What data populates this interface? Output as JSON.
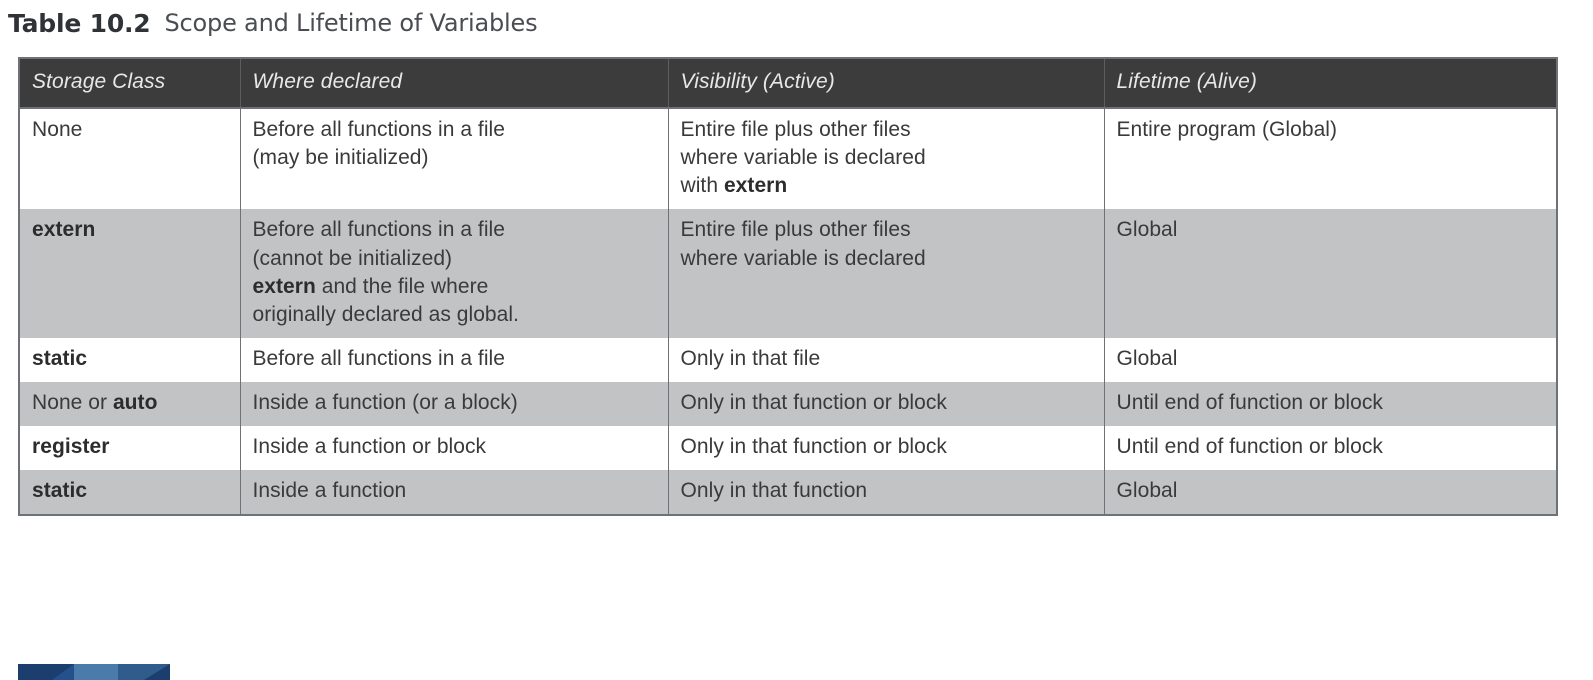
{
  "caption": {
    "label": "Table 10.2",
    "title": "Scope and Lifetime of Variables"
  },
  "table": {
    "headers": [
      "Storage Class",
      "Where declared",
      "Visibility (Active)",
      "Lifetime (Alive)"
    ],
    "rows": [
      {
        "shaded": false,
        "storage_class": "None",
        "storage_class_bold": "",
        "where_declared_lines": [
          "Before all functions in a file",
          "(may be initialized)"
        ],
        "where_declared_bold": "",
        "visibility_lines": [
          "Entire file plus other files",
          "where variable is declared",
          "with extern"
        ],
        "visibility_bold": "extern",
        "lifetime": "Entire program (Global)"
      },
      {
        "shaded": true,
        "storage_class": "extern",
        "storage_class_bold": "extern",
        "where_declared_lines": [
          "Before all functions in a file",
          "(cannot be initialized)",
          "extern and the file where",
          "originally declared as global."
        ],
        "where_declared_bold": "extern",
        "visibility_lines": [
          "Entire file plus other files",
          "where variable is declared"
        ],
        "visibility_bold": "",
        "lifetime": "Global"
      },
      {
        "shaded": false,
        "storage_class": "static",
        "storage_class_bold": "static",
        "where_declared_lines": [
          "Before all functions in a file"
        ],
        "where_declared_bold": "",
        "visibility_lines": [
          "Only in that file"
        ],
        "visibility_bold": "",
        "lifetime": "Global"
      },
      {
        "shaded": true,
        "storage_class": "None or auto",
        "storage_class_bold": "auto",
        "where_declared_lines": [
          "Inside a function (or a block)"
        ],
        "where_declared_bold": "",
        "visibility_lines": [
          "Only in that function or block"
        ],
        "visibility_bold": "",
        "lifetime": "Until end of function or block"
      },
      {
        "shaded": false,
        "storage_class": "register",
        "storage_class_bold": "register",
        "where_declared_lines": [
          "Inside a function or block"
        ],
        "where_declared_bold": "",
        "visibility_lines": [
          "Only in that function or block"
        ],
        "visibility_bold": "",
        "lifetime": "Until end of function or block"
      },
      {
        "shaded": true,
        "storage_class": "static",
        "storage_class_bold": "static",
        "where_declared_lines": [
          "Inside a function"
        ],
        "where_declared_bold": "",
        "visibility_lines": [
          "Only in that function"
        ],
        "visibility_bold": "",
        "lifetime": "Global"
      }
    ]
  },
  "colors": {
    "header_background": "#3c3c3c",
    "header_text": "#e8e8e6",
    "row_shaded": "#c2c3c5",
    "row_plain": "#ffffff",
    "border": "#6e7175",
    "body_text": "#3a3a3a",
    "graphic_navy": "#1b3e6f",
    "graphic_blue": "#4a7bab",
    "graphic_steel": "#2f5c8a"
  },
  "bottom_graphic": {
    "name": "blue-banner-graphic"
  }
}
